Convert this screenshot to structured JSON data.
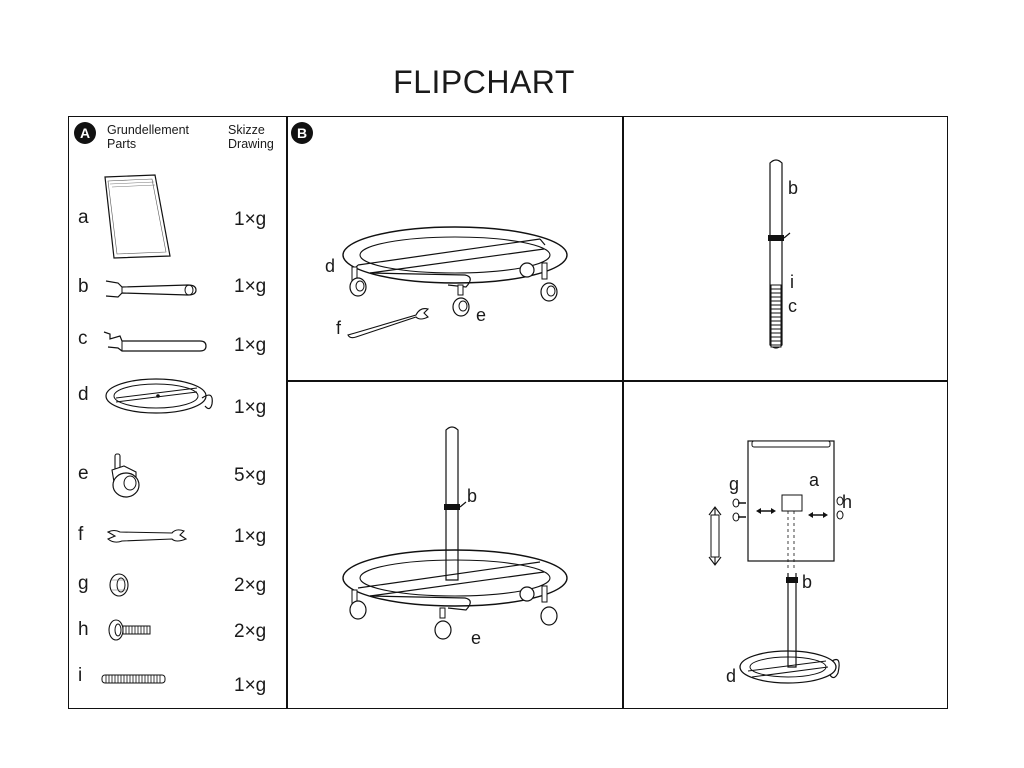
{
  "title": "FLIPCHART",
  "section_a": {
    "badge": "A",
    "col_parts": [
      "Grundellement",
      "Parts"
    ],
    "col_drawing": [
      "Skizze",
      "Drawing"
    ],
    "parts": [
      {
        "letter": "a",
        "qty": "1×g"
      },
      {
        "letter": "b",
        "qty": "1×g"
      },
      {
        "letter": "c",
        "qty": "1×g"
      },
      {
        "letter": "d",
        "qty": "1×g"
      },
      {
        "letter": "e",
        "qty": "5×g"
      },
      {
        "letter": "f",
        "qty": "1×g"
      },
      {
        "letter": "g",
        "qty": "2×g"
      },
      {
        "letter": "h",
        "qty": "2×g"
      },
      {
        "letter": "i",
        "qty": "1×g"
      }
    ]
  },
  "section_b": {
    "badge": "B",
    "step1_labels": {
      "d": "d",
      "e": "e",
      "f": "f"
    },
    "step2_labels": {
      "b": "b",
      "i": "i",
      "c": "c"
    },
    "step3_labels": {
      "b": "b",
      "e": "e"
    },
    "step4_labels": {
      "g": "g",
      "a": "a",
      "h": "h",
      "b": "b",
      "d": "d"
    }
  }
}
